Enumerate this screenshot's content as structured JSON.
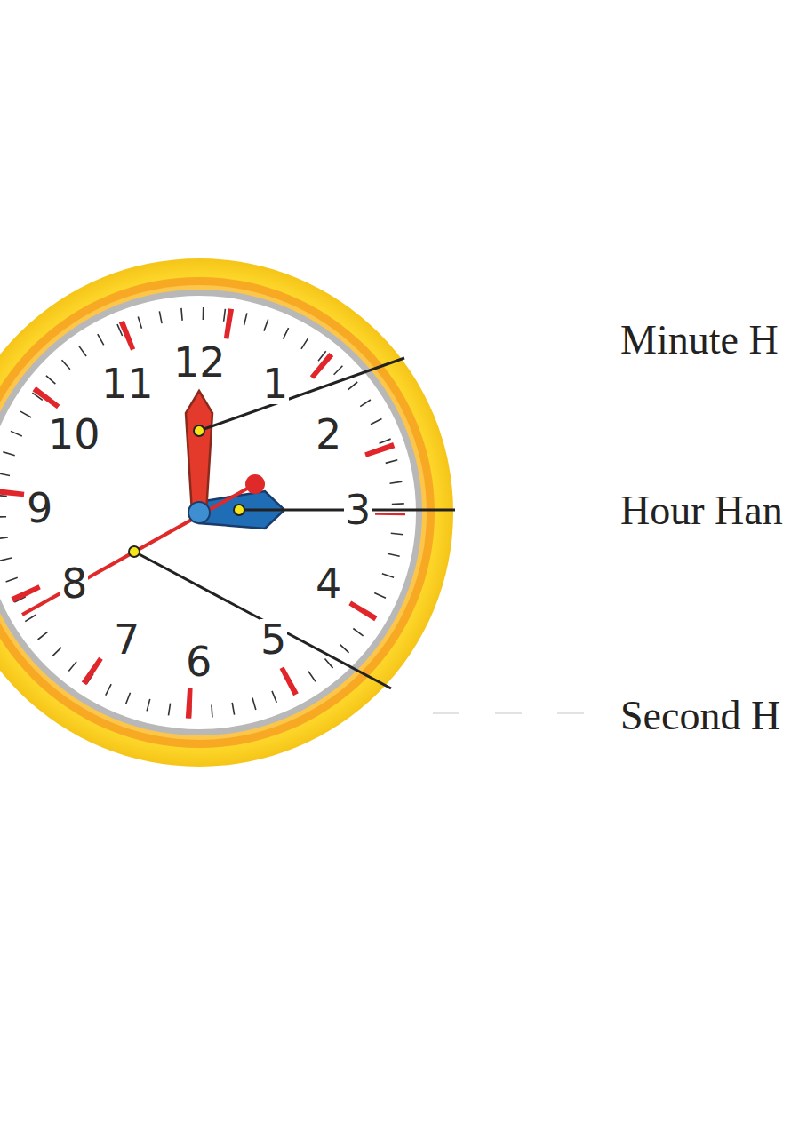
{
  "diagram": {
    "labels": [
      "12",
      "1",
      "2",
      "3",
      "4",
      "5",
      "6",
      "7",
      "8",
      "9",
      "10",
      "11",
      "Minute H",
      "Hour Han",
      "Second H"
    ]
  }
}
